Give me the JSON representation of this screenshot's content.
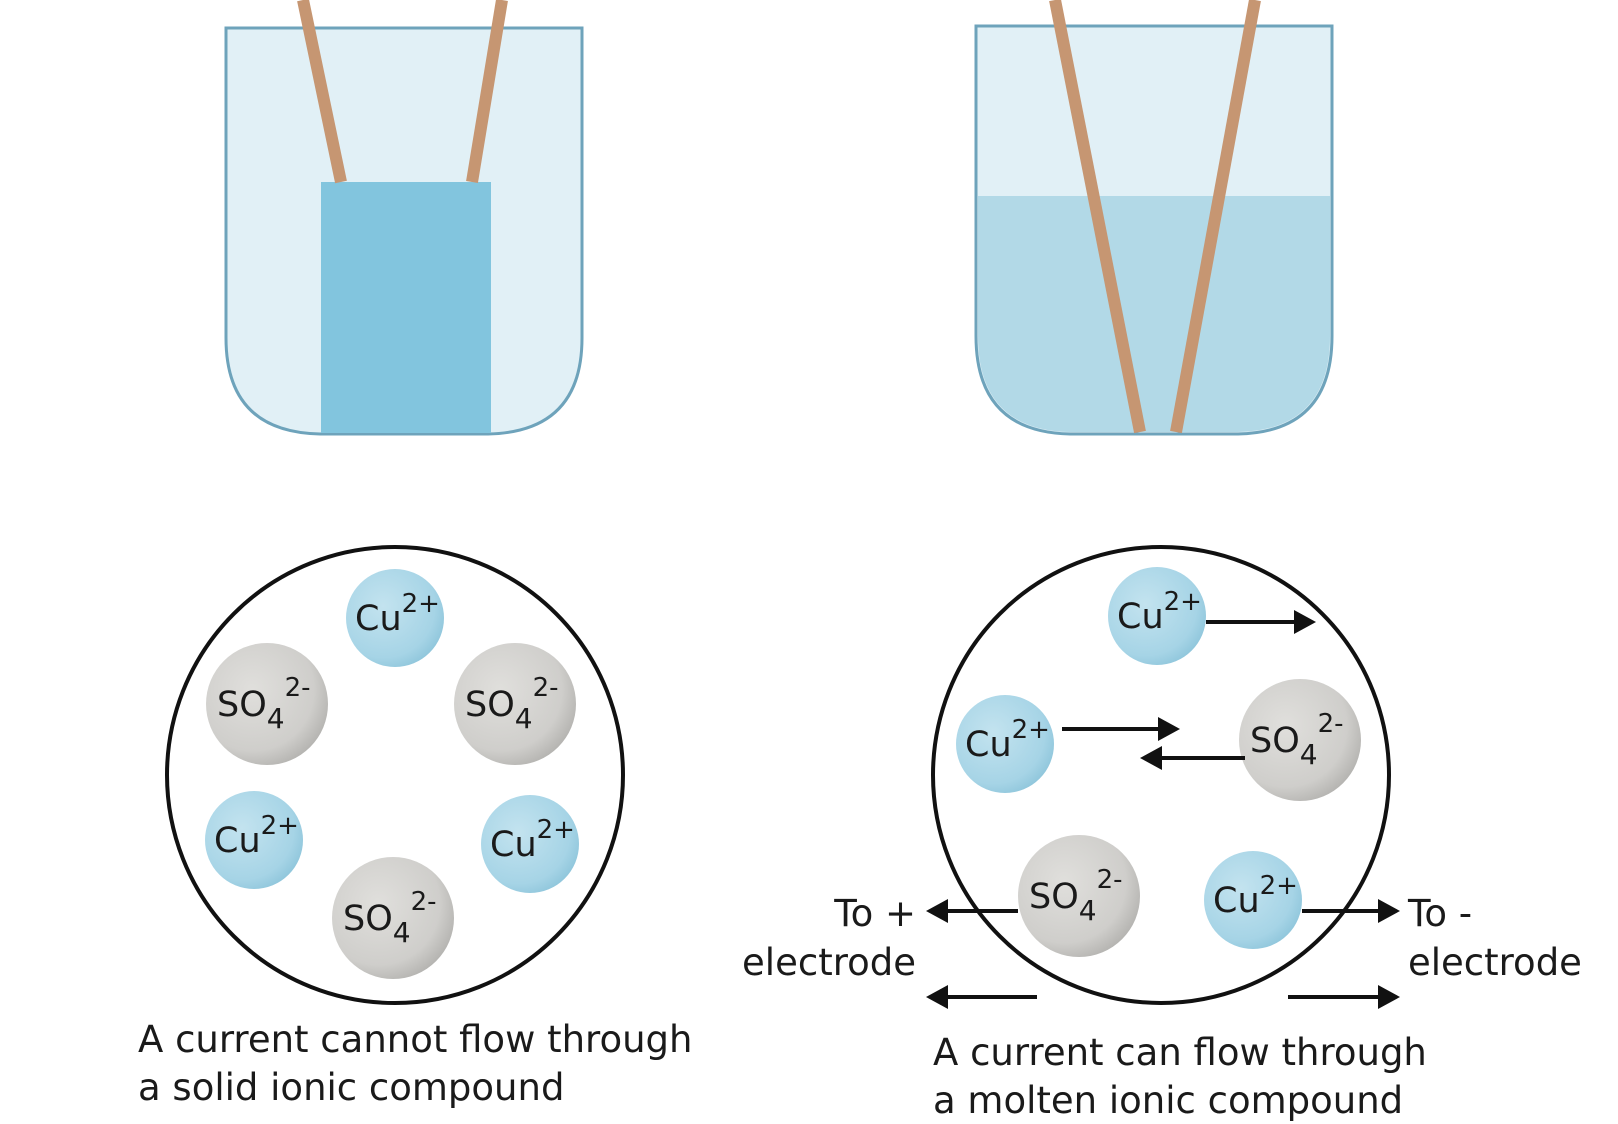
{
  "left_panel": {
    "caption_line1": "A current cannot flow through",
    "caption_line2": "a solid ionic compound",
    "ions": [
      {
        "base": "Cu",
        "sub": "",
        "charge": "2+",
        "kind": "cation"
      },
      {
        "base": "SO",
        "sub": "4",
        "charge": "2-",
        "kind": "anion"
      },
      {
        "base": "SO",
        "sub": "4",
        "charge": "2-",
        "kind": "anion"
      },
      {
        "base": "Cu",
        "sub": "",
        "charge": "2+",
        "kind": "cation"
      },
      {
        "base": "Cu",
        "sub": "",
        "charge": "2+",
        "kind": "cation"
      },
      {
        "base": "SO",
        "sub": "4",
        "charge": "2-",
        "kind": "anion"
      }
    ]
  },
  "right_panel": {
    "caption_line1": "A current can flow through",
    "caption_line2": "a molten ionic compound",
    "to_positive_line1": "To +",
    "to_positive_line2": "electrode",
    "to_negative_line1": "To -",
    "to_negative_line2": "electrode",
    "ions": [
      {
        "base": "Cu",
        "sub": "",
        "charge": "2+",
        "kind": "cation"
      },
      {
        "base": "Cu",
        "sub": "",
        "charge": "2+",
        "kind": "cation"
      },
      {
        "base": "SO",
        "sub": "4",
        "charge": "2-",
        "kind": "anion"
      },
      {
        "base": "SO",
        "sub": "4",
        "charge": "2-",
        "kind": "anion"
      },
      {
        "base": "Cu",
        "sub": "",
        "charge": "2+",
        "kind": "cation"
      }
    ]
  },
  "colors": {
    "beaker_fill": "#e1f0f6",
    "beaker_stroke": "#6ea3bb",
    "solid_block": "#82c5de",
    "molten_liquid": "#b2d9e7",
    "electrode": "#c69672",
    "cation": "#a6d4e6",
    "anion": "#cfcecb"
  }
}
